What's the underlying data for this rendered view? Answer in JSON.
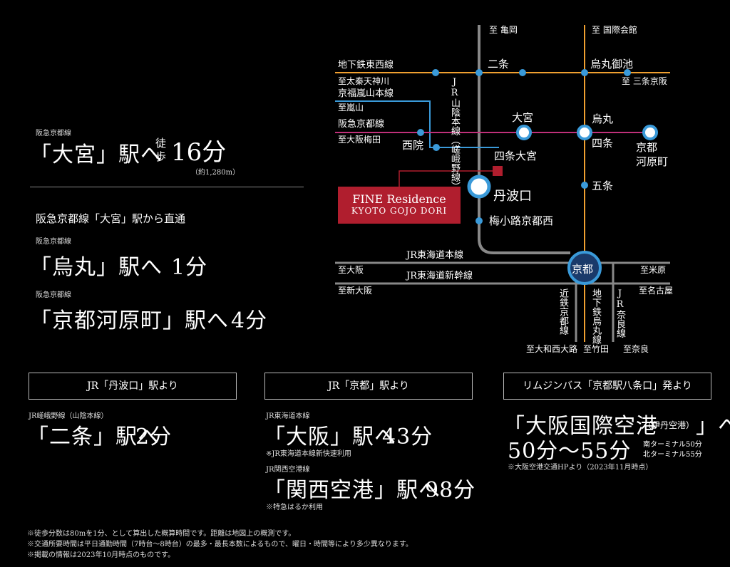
{
  "left": {
    "s1": {
      "line": "阪急京都線",
      "name": "「大宮」駅へ",
      "walk1": "徒",
      "walk2": "歩",
      "time": "16分",
      "distance": "（約1,280m）"
    },
    "s2": {
      "heading": "阪急京都線「大宮」駅から直通",
      "line": "阪急京都線",
      "name": "「烏丸」駅へ",
      "time": "1分"
    },
    "s3": {
      "line": "阪急京都線",
      "name": "「京都河原町」駅へ",
      "time": "4分"
    }
  },
  "map": {
    "property": {
      "name": "FINE Residence",
      "sub": "KYOTO GOJO DORI"
    },
    "stations": {
      "nijo": "二条",
      "karasuma_oike": "烏丸御池",
      "omiya": "大宮",
      "karasuma": "烏丸",
      "shijo": "四条",
      "kyoto_kawaramachi": "京都\n河原町",
      "saiin": "西院",
      "shijo_omiya": "四条大宮",
      "tambaguchi": "丹波口",
      "gojo": "五条",
      "umekoji": "梅小路京都西",
      "kyoto": "京都"
    },
    "lines": {
      "tozai": "地下鉄東西線",
      "jr_sanin": "JR山陰本線（嵯峨野線）",
      "keifuku": "京福嵐山本線",
      "hankyu": "阪急京都線",
      "tokaido": "JR東海道本線",
      "shinkansen": "JR東海道新幹線",
      "kintetsu": "近鉄京都線",
      "karasuma_line": "地下鉄烏丸線",
      "nara_line": "JR奈良線"
    },
    "directions": {
      "kameoka": "至 亀岡",
      "kokusaikaikan": "至 国際会館",
      "uzumasa": "至太秦天神川",
      "sanjo_keihan": "至 三条京阪",
      "arashiyama": "至嵐山",
      "osaka_umeda": "至大阪梅田",
      "osaka": "至大阪",
      "shin_osaka": "至新大阪",
      "maibara": "至米原",
      "nagoya": "至名古屋",
      "yamato_saidaiji": "至大和西大路",
      "takeda": "至竹田",
      "nara": "至奈良"
    }
  },
  "cols": [
    {
      "header": "JR「丹波口」駅より",
      "line": "JR嵯峨野線（山陰本線）",
      "name": "「二条」駅へ",
      "time": "2分"
    },
    {
      "header": "JR「京都」駅より",
      "line": "JR東海道本線",
      "name": "「大阪」駅へ",
      "time": "43分",
      "note": "※JR東海道本線新快速利用",
      "line2": "JR関西空港線",
      "name2": "「関西空港」駅へ",
      "time2": "98分",
      "note2": "※特急はるか利用"
    },
    {
      "header": "リムジンバス「京都駅八条口」発より",
      "name": "「大阪国際空港",
      "paren": "（伊丹空港）",
      "end": "」へ",
      "time": "50分〜55分",
      "south": "南ターミナル50分",
      "north": "北ターミナル55分",
      "note": "※大阪空港交通HPより（2023年11月時点）"
    }
  ],
  "footnotes": [
    "※徒歩分数は80mを1分、として算出した概算時間です。距離は地図上の概測です。",
    "※交通所要時間は平日通勤時間（7時台〜8時台）の最多・最長本数によるもので、曜日・時間等により多少異なります。",
    "※掲載の情報は2023年10月時点のものです。"
  ],
  "colors": {
    "tozai": "#f0a030",
    "karasuma": "#f0a030",
    "keifuku": "#3a9ad9",
    "hankyu": "#c0307a",
    "jr": "#888888",
    "red": "#b01e2e"
  }
}
